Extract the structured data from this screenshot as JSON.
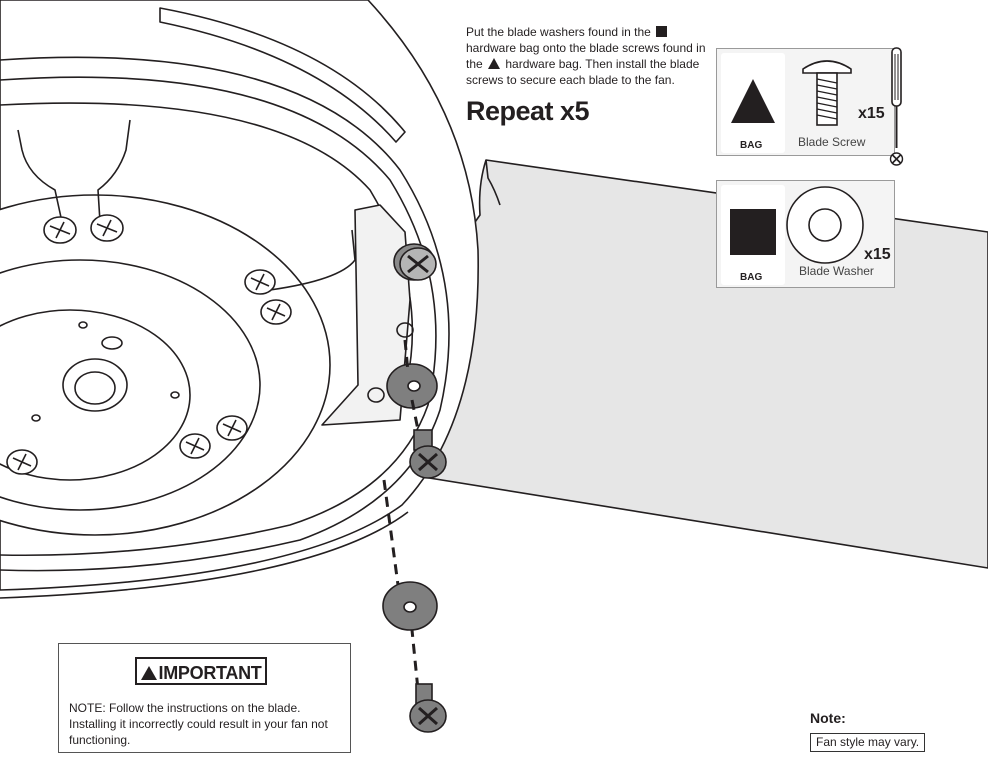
{
  "instructions": {
    "part1": "Put the blade washers found in the",
    "part2": "hardware bag onto the blade screws found in the",
    "part3": "hardware bag. Then install the blade screws to secure each blade to the fan.",
    "square_icon": "black-square-icon",
    "triangle_icon": "black-triangle-icon"
  },
  "repeat": "Repeat x5",
  "hardware": [
    {
      "bag_label": "BAG",
      "bag_symbol": "triangle",
      "name": "Blade Screw",
      "qty": "x15"
    },
    {
      "bag_label": "BAG",
      "bag_symbol": "square",
      "name": "Blade Washer",
      "qty": "x15"
    }
  ],
  "important": {
    "title": "IMPORTANT",
    "text": "NOTE: Follow the instructions on the blade. Installing it incorrectly could result in your fan not functioning."
  },
  "note": {
    "label": "Note:",
    "text": "Fan style may vary."
  },
  "colors": {
    "ink": "#231f20",
    "blade": "#e6e6e6",
    "washer": "#7f7f7f",
    "box_bg": "#f4f4f4"
  }
}
